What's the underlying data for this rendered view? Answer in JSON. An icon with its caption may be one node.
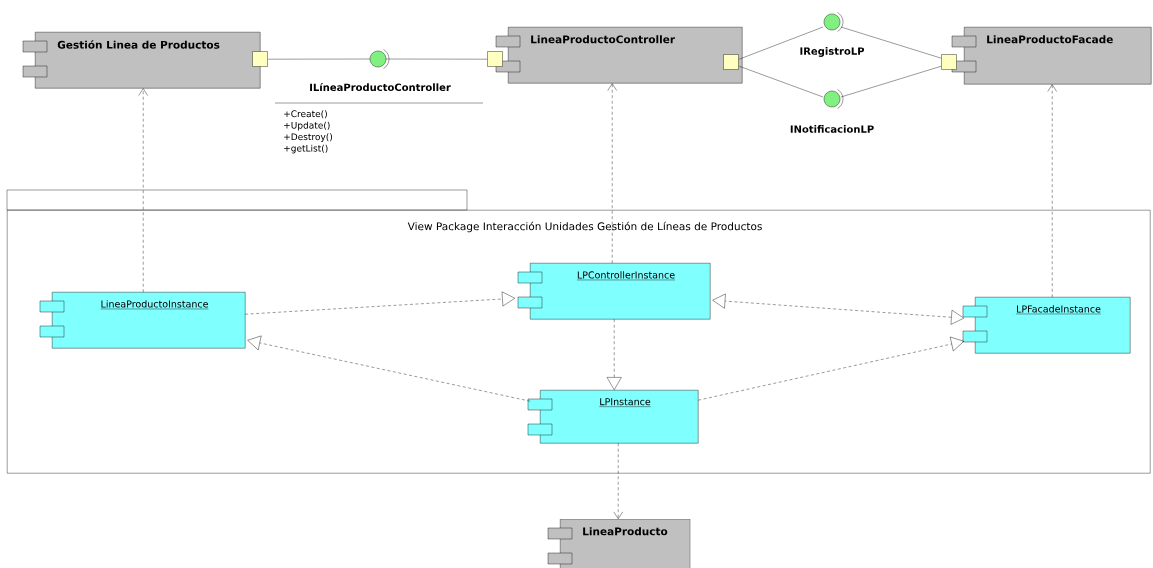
{
  "diagram": {
    "nodes": [
      {
        "text": [
          "Gestión Linea de Productos"
        ]
      },
      {
        "text": [
          "LineaProductoController"
        ]
      },
      {
        "text": [
          "LineaProductoFacade"
        ]
      },
      {
        "text": [
          "ILíneaProductoController",
          "+Create() +Update() +Destroy() +getList()"
        ]
      },
      {
        "text": [
          "IRegistroLP"
        ]
      },
      {
        "text": [
          "INotificacionLP"
        ]
      },
      {
        "text": [
          "View Package Interacción Unidades Gestión de Líneas de Productos"
        ]
      },
      {
        "text": [
          "LineaProductoInstance"
        ],
        "in": 6
      },
      {
        "text": [
          "LPControllerInstance"
        ],
        "in": 6
      },
      {
        "text": [
          "LPFacadeInstance"
        ],
        "in": 6
      },
      {
        "text": [
          "LPInstance"
        ],
        "in": 6
      },
      {
        "text": [
          "LineaProducto"
        ]
      }
    ],
    "edges": [
      {
        "from": 0,
        "to": 3,
        "arrow": "none"
      },
      {
        "from": 3,
        "to": 1,
        "arrow": "none"
      },
      {
        "from": 1,
        "to": 4,
        "arrow": "none"
      },
      {
        "from": 4,
        "to": 2,
        "arrow": "none"
      },
      {
        "from": 1,
        "to": 5,
        "arrow": "none"
      },
      {
        "from": 5,
        "to": 2,
        "arrow": "none"
      },
      {
        "from": 7,
        "to": 0,
        "arrow": "to",
        "style": "dashed"
      },
      {
        "from": 8,
        "to": 1,
        "arrow": "to",
        "style": "dashed"
      },
      {
        "from": 9,
        "to": 2,
        "arrow": "to",
        "style": "dashed"
      },
      {
        "from": 7,
        "to": 8,
        "arrow": "to",
        "style": "dashed"
      },
      {
        "from": 10,
        "to": 7,
        "arrow": "to",
        "style": "dashed"
      },
      {
        "from": 9,
        "to": 8,
        "arrow": "both",
        "style": "dashed"
      },
      {
        "from": 10,
        "to": 9,
        "arrow": "to",
        "style": "dashed"
      },
      {
        "from": 8,
        "to": 10,
        "arrow": "to",
        "style": "dashed"
      },
      {
        "from": 10,
        "to": 11,
        "arrow": "to",
        "style": "dashed"
      }
    ]
  }
}
